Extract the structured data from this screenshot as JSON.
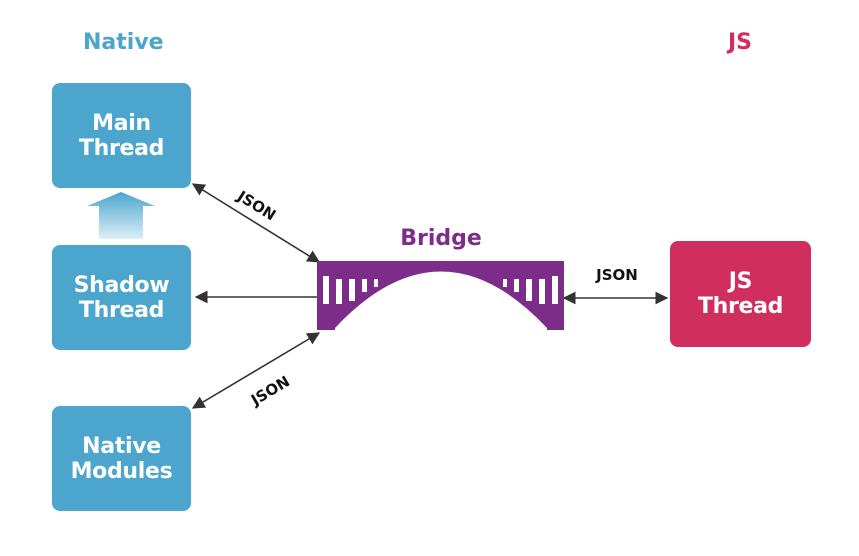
{
  "headings": {
    "native": "Native",
    "js": "JS"
  },
  "nodes": {
    "main_thread": "Main\nThread",
    "shadow_thread": "Shadow\nThread",
    "native_modules": "Native\nModules",
    "js_thread": "JS\nThread"
  },
  "bridge": {
    "label": "Bridge"
  },
  "edges": {
    "main_bridge": "JSON",
    "modules_bridge": "JSON",
    "bridge_js": "JSON"
  },
  "colors": {
    "native": "#4ca5cd",
    "js": "#cf2e5e",
    "bridge": "#7c2d8a",
    "arrow": "#333333"
  }
}
